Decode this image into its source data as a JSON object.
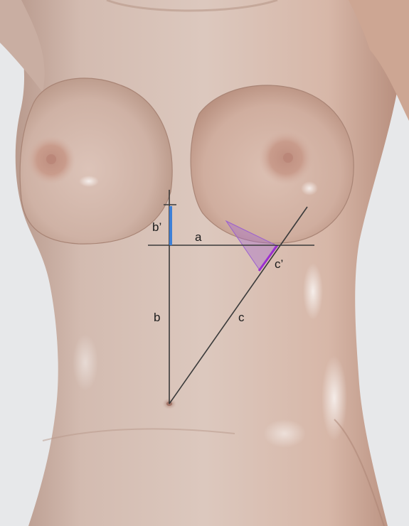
{
  "figure": {
    "labels": {
      "a": "a",
      "b": "b",
      "c": "c",
      "b_prime": "b’",
      "c_prime": "c’"
    },
    "colors": {
      "background": "#e7e8ea",
      "skin_light": "#dcc6bb",
      "skin_mid": "#c9a697",
      "skin_shadow": "#9e7a6c",
      "areola": "#c79a89",
      "line": "#3a3a3a",
      "b_prime_segment": "#3d7fd6",
      "c_prime_region": "#9b5fd0"
    }
  }
}
